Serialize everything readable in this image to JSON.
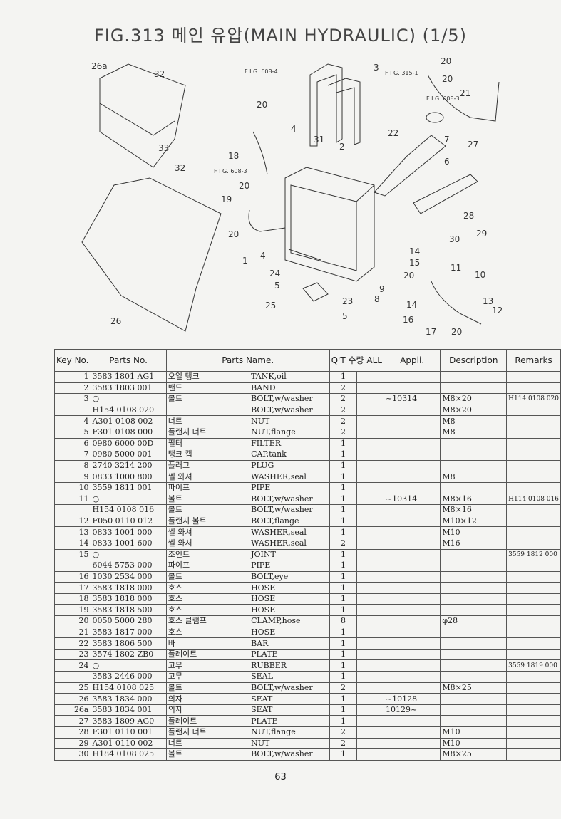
{
  "title": "FIG.313 메인 유압(MAIN HYDRAULIC) (1/5)",
  "figure": {
    "callouts": [
      "26a",
      "32",
      "33",
      "32",
      "26",
      "F I G. 608-4",
      "20",
      "18",
      "F I G. 608-3",
      "20",
      "19",
      "20",
      "1",
      "4",
      "4",
      "31",
      "2",
      "3",
      "F I G. 315-1",
      "20",
      "F I G. 608-3",
      "20",
      "21",
      "22",
      "7",
      "6",
      "27",
      "28",
      "29",
      "30",
      "24",
      "5",
      "25",
      "23",
      "5",
      "9",
      "8",
      "14",
      "15",
      "20",
      "14",
      "16",
      "17",
      "20",
      "11",
      "10",
      "13",
      "12"
    ]
  },
  "table": {
    "headers": {
      "key": "Key No.",
      "parts_no": "Parts No.",
      "parts_name": "Parts Name.",
      "qty": "Q'T 수량 ALL",
      "appli": "Appli.",
      "description": "Description",
      "remarks": "Remarks"
    },
    "rows": [
      {
        "key": "1",
        "no": "3583 1801 AG1",
        "kr": "오일 탱크",
        "en": "TANK,oil",
        "qty": "1",
        "appli": "",
        "desc": "",
        "rem": ""
      },
      {
        "key": "2",
        "no": "3583 1803 001",
        "kr": "밴드",
        "en": "BAND",
        "qty": "2",
        "appli": "",
        "desc": "",
        "rem": ""
      },
      {
        "key": "3",
        "no": "○",
        "kr": "볼트",
        "en": "BOLT,w/washer",
        "qty": "2",
        "appli": "~10314",
        "desc": "M8×20",
        "rem": "H114 0108 020"
      },
      {
        "key": "",
        "no": "H154 0108 020",
        "kr": "",
        "en": "BOLT,w/washer",
        "qty": "2",
        "appli": "",
        "desc": "M8×20",
        "rem": ""
      },
      {
        "key": "4",
        "no": "A301 0108 002",
        "kr": "너트",
        "en": "NUT",
        "qty": "2",
        "appli": "",
        "desc": "M8",
        "rem": ""
      },
      {
        "key": "5",
        "no": "F301 0108 000",
        "kr": "플랜지 너트",
        "en": "NUT,flange",
        "qty": "2",
        "appli": "",
        "desc": "M8",
        "rem": ""
      },
      {
        "key": "6",
        "no": "0980 6000 00D",
        "kr": "필터",
        "en": "FILTER",
        "qty": "1",
        "appli": "",
        "desc": "",
        "rem": ""
      },
      {
        "key": "7",
        "no": "0980 5000 001",
        "kr": "탱크 캡",
        "en": "CAP,tank",
        "qty": "1",
        "appli": "",
        "desc": "",
        "rem": ""
      },
      {
        "key": "8",
        "no": "2740 3214 200",
        "kr": "플러그",
        "en": "PLUG",
        "qty": "1",
        "appli": "",
        "desc": "",
        "rem": ""
      },
      {
        "key": "9",
        "no": "0833 1000 800",
        "kr": "씰 와셔",
        "en": "WASHER,seal",
        "qty": "1",
        "appli": "",
        "desc": "M8",
        "rem": ""
      },
      {
        "key": "10",
        "no": "3559 1811 001",
        "kr": "파이프",
        "en": "PIPE",
        "qty": "1",
        "appli": "",
        "desc": "",
        "rem": ""
      },
      {
        "key": "11",
        "no": "○",
        "kr": "볼트",
        "en": "BOLT,w/washer",
        "qty": "1",
        "appli": "~10314",
        "desc": "M8×16",
        "rem": "H114 0108 016"
      },
      {
        "key": "",
        "no": "H154 0108 016",
        "kr": "볼트",
        "en": "BOLT,w/washer",
        "qty": "1",
        "appli": "",
        "desc": "M8×16",
        "rem": ""
      },
      {
        "key": "12",
        "no": "F050 0110 012",
        "kr": "플랜지 볼트",
        "en": "BOLT,flange",
        "qty": "1",
        "appli": "",
        "desc": "M10×12",
        "rem": ""
      },
      {
        "key": "13",
        "no": "0833 1001 000",
        "kr": "씰 와셔",
        "en": "WASHER,seal",
        "qty": "1",
        "appli": "",
        "desc": "M10",
        "rem": ""
      },
      {
        "key": "14",
        "no": "0833 1001 600",
        "kr": "씰 와셔",
        "en": "WASHER,seal",
        "qty": "2",
        "appli": "",
        "desc": "M16",
        "rem": ""
      },
      {
        "key": "15",
        "no": "○",
        "kr": "조인트",
        "en": "JOINT",
        "qty": "1",
        "appli": "",
        "desc": "",
        "rem": "3559 1812 000"
      },
      {
        "key": "",
        "no": "6044 5753 000",
        "kr": "파이프",
        "en": "PIPE",
        "qty": "1",
        "appli": "",
        "desc": "",
        "rem": ""
      },
      {
        "key": "16",
        "no": "1030 2534 000",
        "kr": "볼트",
        "en": "BOLT,eye",
        "qty": "1",
        "appli": "",
        "desc": "",
        "rem": ""
      },
      {
        "key": "17",
        "no": "3583 1818 000",
        "kr": "호스",
        "en": "HOSE",
        "qty": "1",
        "appli": "",
        "desc": "",
        "rem": ""
      },
      {
        "key": "18",
        "no": "3583 1818 000",
        "kr": "호스",
        "en": "HOSE",
        "qty": "1",
        "appli": "",
        "desc": "",
        "rem": ""
      },
      {
        "key": "19",
        "no": "3583 1818 500",
        "kr": "호스",
        "en": "HOSE",
        "qty": "1",
        "appli": "",
        "desc": "",
        "rem": ""
      },
      {
        "key": "20",
        "no": "0050 5000 280",
        "kr": "호스 클램프",
        "en": "CLAMP,hose",
        "qty": "8",
        "appli": "",
        "desc": "φ28",
        "rem": ""
      },
      {
        "key": "21",
        "no": "3583 1817 000",
        "kr": "호스",
        "en": "HOSE",
        "qty": "1",
        "appli": "",
        "desc": "",
        "rem": ""
      },
      {
        "key": "22",
        "no": "3583 1806 500",
        "kr": "바",
        "en": "BAR",
        "qty": "1",
        "appli": "",
        "desc": "",
        "rem": ""
      },
      {
        "key": "23",
        "no": "3574 1802 ZB0",
        "kr": "플레이트",
        "en": "PLATE",
        "qty": "1",
        "appli": "",
        "desc": "",
        "rem": ""
      },
      {
        "key": "24",
        "no": "○",
        "kr": "고무",
        "en": "RUBBER",
        "qty": "1",
        "appli": "",
        "desc": "",
        "rem": "3559 1819 000"
      },
      {
        "key": "",
        "no": "3583 2446 000",
        "kr": "고무",
        "en": "SEAL",
        "qty": "1",
        "appli": "",
        "desc": "",
        "rem": ""
      },
      {
        "key": "25",
        "no": "H154 0108 025",
        "kr": "볼트",
        "en": "BOLT,w/washer",
        "qty": "2",
        "appli": "",
        "desc": "M8×25",
        "rem": ""
      },
      {
        "key": "26",
        "no": "3583 1834 000",
        "kr": "의자",
        "en": "SEAT",
        "qty": "1",
        "appli": "~10128",
        "desc": "",
        "rem": ""
      },
      {
        "key": "26a",
        "no": "3583 1834 001",
        "kr": "의자",
        "en": "SEAT",
        "qty": "1",
        "appli": "10129~",
        "desc": "",
        "rem": ""
      },
      {
        "key": "27",
        "no": "3583 1809 AG0",
        "kr": "플레이트",
        "en": "PLATE",
        "qty": "1",
        "appli": "",
        "desc": "",
        "rem": ""
      },
      {
        "key": "28",
        "no": "F301 0110 001",
        "kr": "플랜지 너트",
        "en": "NUT,flange",
        "qty": "2",
        "appli": "",
        "desc": "M10",
        "rem": ""
      },
      {
        "key": "29",
        "no": "A301 0110 002",
        "kr": "너트",
        "en": "NUT",
        "qty": "2",
        "appli": "",
        "desc": "M10",
        "rem": ""
      },
      {
        "key": "30",
        "no": "H184 0108 025",
        "kr": "볼트",
        "en": "BOLT,w/washer",
        "qty": "1",
        "appli": "",
        "desc": "M8×25",
        "rem": ""
      }
    ]
  },
  "page_number": "63"
}
